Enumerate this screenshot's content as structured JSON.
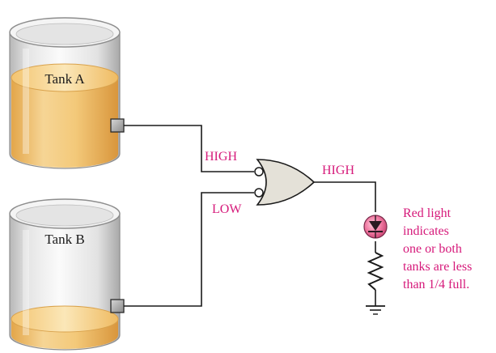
{
  "tanks": [
    {
      "label": "Tank A",
      "level": "high"
    },
    {
      "label": "Tank B",
      "level": "low"
    }
  ],
  "signals": {
    "input_a": "HIGH",
    "input_b": "LOW",
    "output": "HIGH"
  },
  "indicator": {
    "lines": [
      "Red light",
      "indicates",
      "one or both",
      "tanks are less",
      "than  1/4 full."
    ]
  },
  "colors": {
    "signal_text": "#d6197a",
    "liquid": "#f0c070",
    "led": "#e0407a"
  }
}
